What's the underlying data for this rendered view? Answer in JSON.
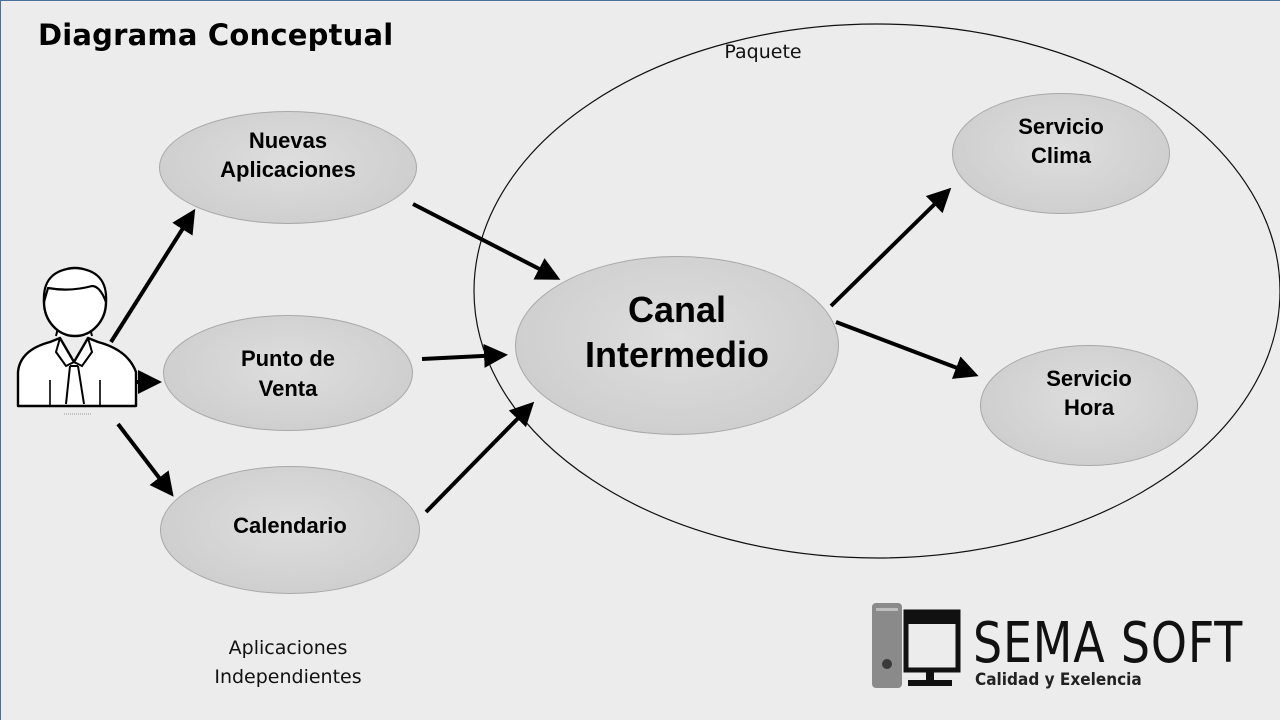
{
  "title": "Diagrama Conceptual",
  "labels": {
    "paquete": "Paquete",
    "aplicaciones_independientes": "Aplicaciones Independientes"
  },
  "nodes": {
    "nuevas_aplicaciones": "Nuevas Aplicaciones",
    "punto_de_venta": "Punto de Venta",
    "calendario": "Calendario",
    "canal_intermedio": "Canal Intermedio",
    "servicio_clima": "Servicio Clima",
    "servicio_hora": "Servicio Hora"
  },
  "edges": [
    {
      "from": "user",
      "to": "nuevas_aplicaciones"
    },
    {
      "from": "user",
      "to": "punto_de_venta"
    },
    {
      "from": "user",
      "to": "calendario"
    },
    {
      "from": "nuevas_aplicaciones",
      "to": "canal_intermedio"
    },
    {
      "from": "punto_de_venta",
      "to": "canal_intermedio"
    },
    {
      "from": "calendario",
      "to": "canal_intermedio"
    },
    {
      "from": "canal_intermedio",
      "to": "servicio_clima"
    },
    {
      "from": "canal_intermedio",
      "to": "servicio_hora"
    }
  ],
  "icons": {
    "actor": "user-icon",
    "logo": "computer-logo-icon"
  },
  "logo": {
    "name": "SEMA SOFT",
    "tagline": "Calidad y Exelencia"
  },
  "colors": {
    "background": "#ececec",
    "node_fill": "#d3d3d3",
    "logo_gray": "#8a8a8a"
  }
}
